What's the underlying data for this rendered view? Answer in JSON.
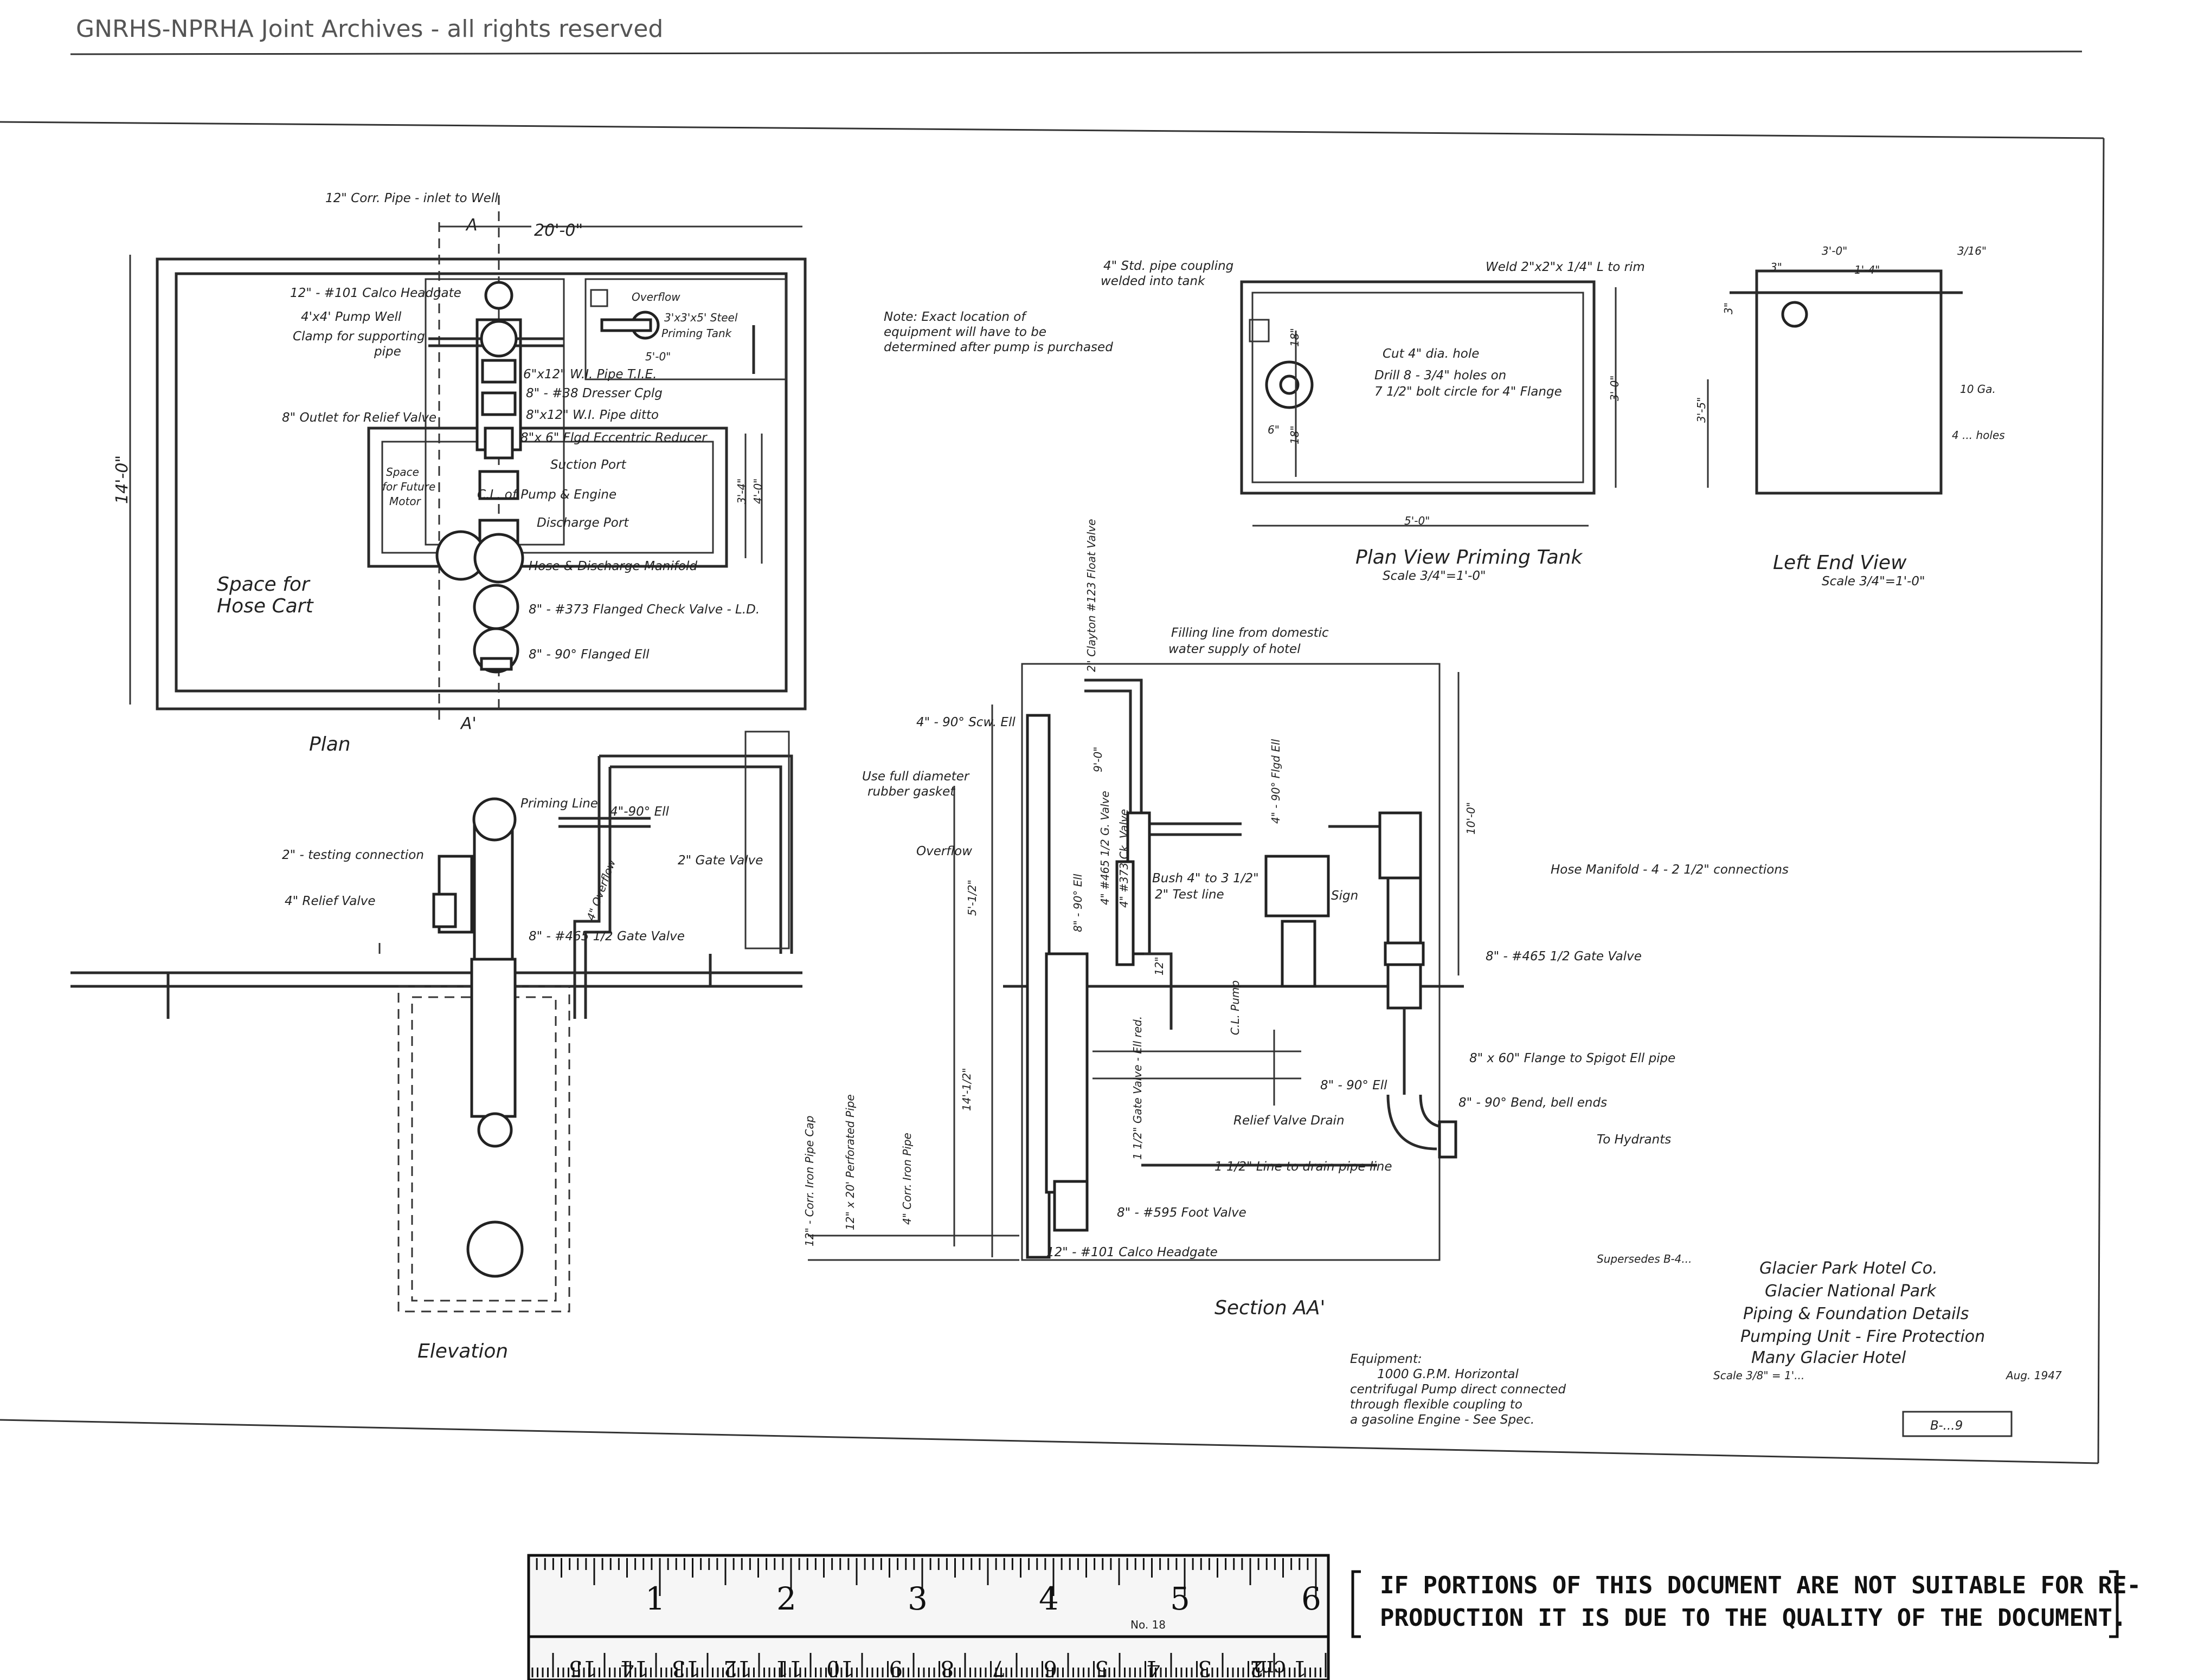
{
  "watermark": "GNRHS-NPRHA Joint Archives - all rights reserved",
  "plan": {
    "title": "Plan",
    "space_hose_cart": [
      "Space for",
      "Hose Cart"
    ],
    "dim_width": "20'-0\"",
    "dim_height": "14'-0\"",
    "section_mark": "A",
    "section_mark_prime": "A'",
    "labels": [
      "12\" Corr. Pipe - inlet to Well",
      "12\" - #101 Calco Headgate",
      "4'x4' Pump Well",
      "Clamp for supporting",
      "pipe",
      "Overflow",
      "3'x3'x5' Steel",
      "Priming Tank",
      "5'-0\"",
      "6\"x12\" W.I. Pipe T.I.E.",
      "8\" - #38 Dresser Cplg",
      "8\"x12\" W.I. Pipe ditto",
      "8\" Outlet for Relief Valve",
      "8\"x 6\" Flgd Eccentric Reducer",
      "Suction Port",
      "Space",
      "for Future",
      "Motor",
      "C.L. of Pump & Engine",
      "Discharge Port",
      "Hose & Discharge Manifold",
      "8\" - #373 Flanged Check Valve - L.D.",
      "8\" - 90° Flanged Ell",
      "3'-4\"",
      "4'-0\""
    ]
  },
  "note": [
    "Note: Exact location of",
    "equipment will have to be",
    "determined after pump is purchased"
  ],
  "priming_tank": {
    "title": "Plan View Priming Tank",
    "scale": "Scale 3/4\"=1'-0\"",
    "labels": [
      "4\" Std. pipe coupling",
      "welded into tank",
      "Weld 2\"x2\"x 1/4\" L to rim",
      "Cut 4\" dia. hole",
      "Drill 8 - 3/4\" holes on",
      "7 1/2\" bolt circle for 4\" Flange",
      "18\"",
      "18\"",
      "6\"",
      "3'-0\"",
      "5'-0\""
    ]
  },
  "end_view": {
    "title": "Left End View",
    "scale": "Scale 3/4\"=1'-0\"",
    "labels": [
      "3'-0\"",
      "1'-4\"",
      "3\"",
      "3\"",
      "3'-5\"",
      "10 Ga.",
      "3/16\"",
      "4 ... holes"
    ]
  },
  "elevation": {
    "title": "Elevation",
    "labels": [
      "Priming Line",
      "4\"-90° Ell",
      "2\" - testing connection",
      "4\" Relief Valve",
      "4\" Overflow",
      "2\" Gate Valve",
      "8\" - #465 1/2 Gate Valve"
    ]
  },
  "section": {
    "title": "Section AA'",
    "labels": [
      "2\" Clayton #123 Float Valve",
      "Filling line from domestic",
      "water supply of hotel",
      "4\" - 90° Scw. Ell",
      "Use full diameter",
      "rubber gasket",
      "Overflow",
      "9'-0\"",
      "5'-1/2\"",
      "10'-0\"",
      "4\" - 90° Flgd Ell",
      "4\" #465 1/2 G. Valve",
      "4\" #373 Ck. Valve",
      "Bush 4\" to 3 1/2\"",
      "2\" Test line",
      "Sign",
      "8\" - 90° Ell",
      "12\"",
      "C.L. Pump",
      "1 1/2\" Gate Valve - Ell red.",
      "12\" - Corr. Iron Pipe Cap",
      "12\" x 20' Perforated Pipe",
      "4\" Corr. Iron Pipe",
      "14'-1/2\"",
      "8\" - #595 Foot Valve",
      "12\" - #101 Calco Headgate",
      "8\" - 90° Ell",
      "Relief Valve Drain",
      "1 1/2\" Line to drain pipe line",
      "Hose Manifold - 4 - 2 1/2\" connections",
      "8\" - #465 1/2 Gate Valve",
      "8\" x 60\" Flange to Spigot Ell pipe",
      "8\" - 90° Bend, bell ends",
      "To Hydrants"
    ]
  },
  "equipment": {
    "heading": "Equipment:",
    "lines": [
      "1000 G.P.M. Horizontal",
      "centrifugal Pump direct connected",
      "through flexible coupling to",
      "a gasoline Engine - See Spec."
    ],
    "supersedes": "Supersedes B-4..."
  },
  "title_block": {
    "lines": [
      "Glacier Park Hotel Co.",
      "Glacier National Park",
      "Piping & Foundation Details",
      "Pumping Unit - Fire Protection",
      "Many Glacier Hotel"
    ],
    "scale": "Scale 3/8\" = 1'...",
    "date": "Aug. 1947",
    "sheet": "B-...9"
  },
  "ruler": {
    "inches": [
      "1",
      "2",
      "3",
      "4",
      "5",
      "6"
    ],
    "cm": [
      "1 cm",
      "2",
      "3",
      "4",
      "5",
      "6",
      "7",
      "8",
      "9",
      "10",
      "11",
      "12",
      "13",
      "14",
      "15"
    ],
    "maker": "No. 18"
  },
  "notice": [
    "IF PORTIONS OF THIS DOCUMENT ARE NOT SUITABLE FOR RE-",
    "PRODUCTION IT IS DUE TO THE QUALITY OF THE DOCUMENT."
  ]
}
